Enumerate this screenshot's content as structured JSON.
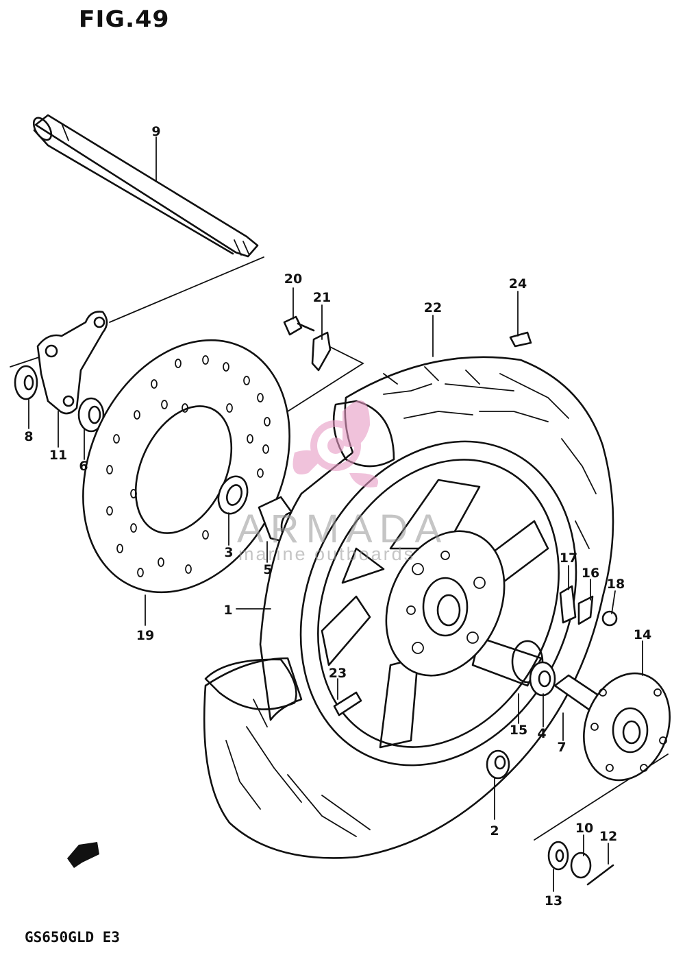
{
  "figure": {
    "title": "FIG.49",
    "model_code": "GS650GLD E3"
  },
  "watermark": {
    "name": "ARMADA",
    "tagline": "marine outboards",
    "accent_color": "#e79ac4"
  },
  "callouts": [
    {
      "id": "c1",
      "label": "1"
    },
    {
      "id": "c2",
      "label": "2"
    },
    {
      "id": "c3",
      "label": "3"
    },
    {
      "id": "c4",
      "label": "4"
    },
    {
      "id": "c5",
      "label": "5"
    },
    {
      "id": "c6",
      "label": "6"
    },
    {
      "id": "c7",
      "label": "7"
    },
    {
      "id": "c8",
      "label": "8"
    },
    {
      "id": "c9",
      "label": "9"
    },
    {
      "id": "c10",
      "label": "10"
    },
    {
      "id": "c11",
      "label": "11"
    },
    {
      "id": "c12",
      "label": "12"
    },
    {
      "id": "c13",
      "label": "13"
    },
    {
      "id": "c14",
      "label": "14"
    },
    {
      "id": "c15",
      "label": "15"
    },
    {
      "id": "c16",
      "label": "16"
    },
    {
      "id": "c17",
      "label": "17"
    },
    {
      "id": "c18",
      "label": "18"
    },
    {
      "id": "c19",
      "label": "19"
    },
    {
      "id": "c20",
      "label": "20"
    },
    {
      "id": "c21",
      "label": "21"
    },
    {
      "id": "c22",
      "label": "22"
    },
    {
      "id": "c23",
      "label": "23"
    },
    {
      "id": "c24",
      "label": "24"
    }
  ]
}
